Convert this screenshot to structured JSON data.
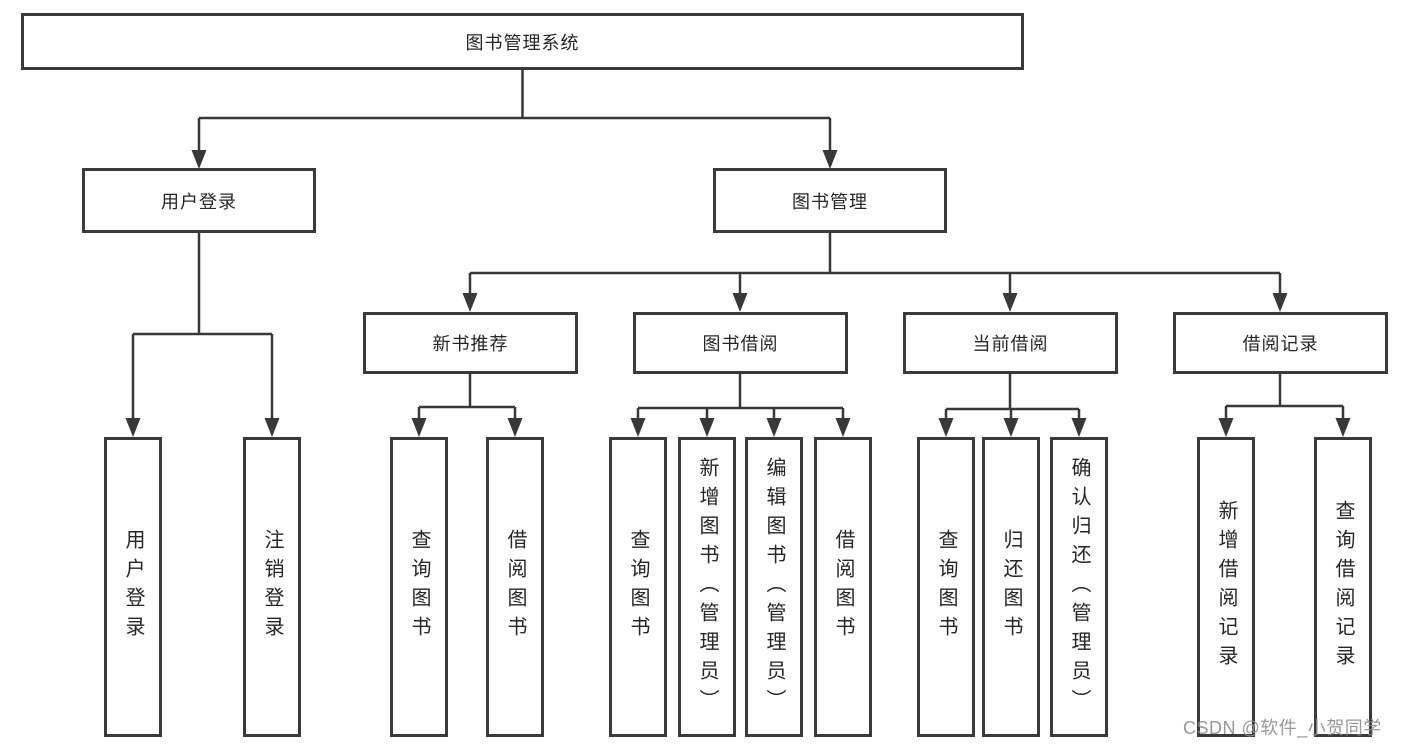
{
  "diagram": {
    "watermark": "CSDN @软件_小贺同学",
    "colors": {
      "line": "#383838",
      "box_border": "#3a3a3a",
      "box_background": "#ffffff",
      "text": "#262626",
      "watermark": "#8e8e8e"
    },
    "tree": {
      "label": "图书管理系统",
      "children": [
        {
          "label": "用户登录",
          "children": [
            {
              "label": "用户登录"
            },
            {
              "label": "注销登录"
            }
          ]
        },
        {
          "label": "图书管理",
          "children": [
            {
              "label": "新书推荐",
              "children": [
                {
                  "label": "查询图书"
                },
                {
                  "label": "借阅图书"
                }
              ]
            },
            {
              "label": "图书借阅",
              "children": [
                {
                  "label": "查询图书"
                },
                {
                  "label": "新增图书（管理员）"
                },
                {
                  "label": "编辑图书（管理员）"
                },
                {
                  "label": "借阅图书"
                }
              ]
            },
            {
              "label": "当前借阅",
              "children": [
                {
                  "label": "查询图书"
                },
                {
                  "label": "归还图书"
                },
                {
                  "label": "确认归还（管理员）"
                }
              ]
            },
            {
              "label": "借阅记录",
              "children": [
                {
                  "label": "新增借阅记录"
                },
                {
                  "label": "查询借阅记录"
                }
              ]
            }
          ]
        }
      ]
    }
  }
}
